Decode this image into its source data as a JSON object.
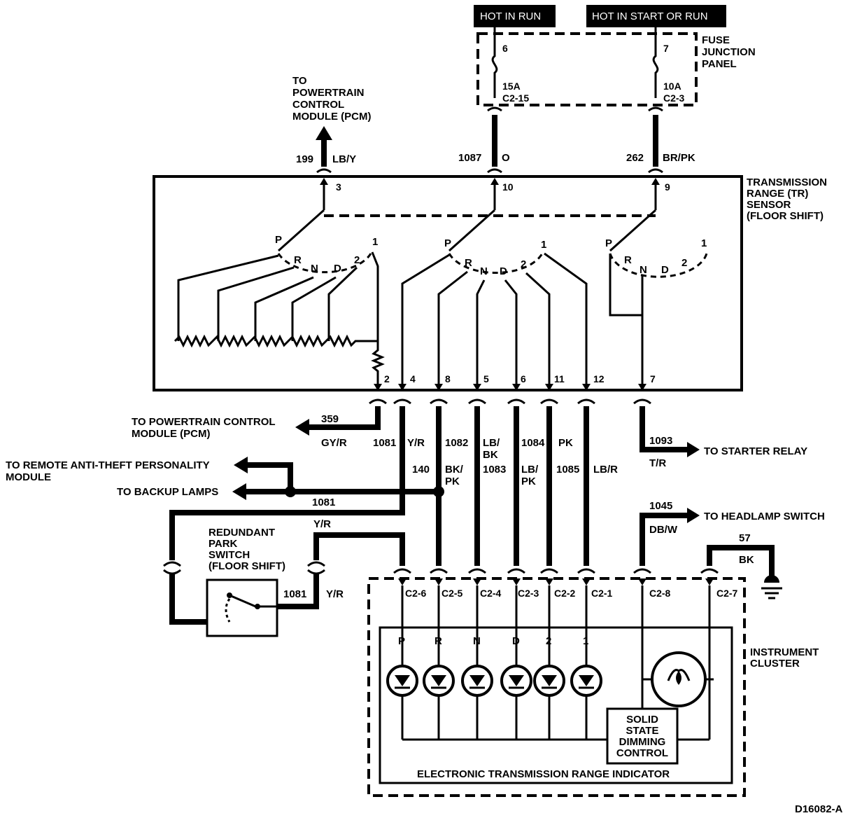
{
  "diagram_id": "D16082-A",
  "power": {
    "hot_in_run": "HOT IN RUN",
    "hot_in_start_or_run": "HOT IN START OR RUN"
  },
  "fuse_panel": {
    "title_line1": "FUSE",
    "title_line2": "JUNCTION",
    "title_line3": "PANEL",
    "fuse_a_number": "6",
    "fuse_a_rating": "15A",
    "fuse_a_connector": "C2-15",
    "fuse_b_number": "7",
    "fuse_b_rating": "10A",
    "fuse_b_connector": "C2-3"
  },
  "pcm_top": {
    "line1": "TO",
    "line2": "POWERTRAIN",
    "line3": "CONTROL",
    "line4": "MODULE (PCM)"
  },
  "top_wires": [
    {
      "circuit": "199",
      "color": "LB/Y",
      "pin": "3"
    },
    {
      "circuit": "1087",
      "color": "O",
      "pin": "10"
    },
    {
      "circuit": "262",
      "color": "BR/PK",
      "pin": "9"
    }
  ],
  "tr_sensor": {
    "line1": "TRANSMISSION",
    "line2": "RANGE (TR)",
    "line3": "SENSOR",
    "line4": "(FLOOR SHIFT)",
    "positions": [
      "P",
      "R",
      "N",
      "D",
      "2",
      "1"
    ],
    "bottom_pins": [
      "2",
      "4",
      "8",
      "5",
      "6",
      "11",
      "12",
      "7"
    ]
  },
  "left_wires": {
    "pcm_circuit": "359",
    "pcm_color": "GY/R",
    "pcm_line1": "TO POWERTRAIN CONTROL",
    "pcm_line2": "MODULE (PCM)",
    "anti_theft_line1": "TO REMOTE ANTI-THEFT PERSONALITY",
    "anti_theft_line2": "MODULE",
    "backup_lamps": "TO BACKUP LAMPS",
    "splice_circuit": "1081"
  },
  "vertical_wires": [
    {
      "circuit": "1081",
      "color": "Y/R"
    },
    {
      "circuit": "1082",
      "color": "LB/"
    },
    {
      "circuit": "1084",
      "color": "PK"
    },
    {
      "circuit": "140",
      "color": "BK/"
    },
    {
      "circuit": "1083",
      "color": "LB/"
    },
    {
      "circuit": "1085",
      "color": "LB/R"
    }
  ],
  "wire_color_second_lines": {
    "c1082": "BK",
    "c140": "PK",
    "c1083": "PK"
  },
  "right_wires": {
    "starter_circuit": "1093",
    "starter_color": "T/R",
    "starter_dest": "TO STARTER RELAY",
    "headlamp_circuit": "1045",
    "headlamp_color": "DB/W",
    "headlamp_dest": "TO HEADLAMP SWITCH",
    "ground_circuit": "57",
    "ground_color": "BK"
  },
  "park_switch": {
    "line1": "REDUNDANT",
    "line2": "PARK",
    "line3": "SWITCH",
    "line4": "(FLOOR SHIFT)",
    "in_color": "Y/R",
    "out_circuit": "1081",
    "out_color": "Y/R"
  },
  "cluster": {
    "line1": "INSTRUMENT",
    "line2": "CLUSTER",
    "connectors": [
      "C2-6",
      "C2-5",
      "C2-4",
      "C2-3",
      "C2-2",
      "C2-1",
      "C2-8",
      "C2-7"
    ],
    "lamps": [
      "P",
      "R",
      "N",
      "D",
      "2",
      "1"
    ],
    "dimming_line1": "SOLID",
    "dimming_line2": "STATE",
    "dimming_line3": "DIMMING",
    "dimming_line4": "CONTROL",
    "indicator_title": "ELECTRONIC TRANSMISSION RANGE INDICATOR"
  }
}
